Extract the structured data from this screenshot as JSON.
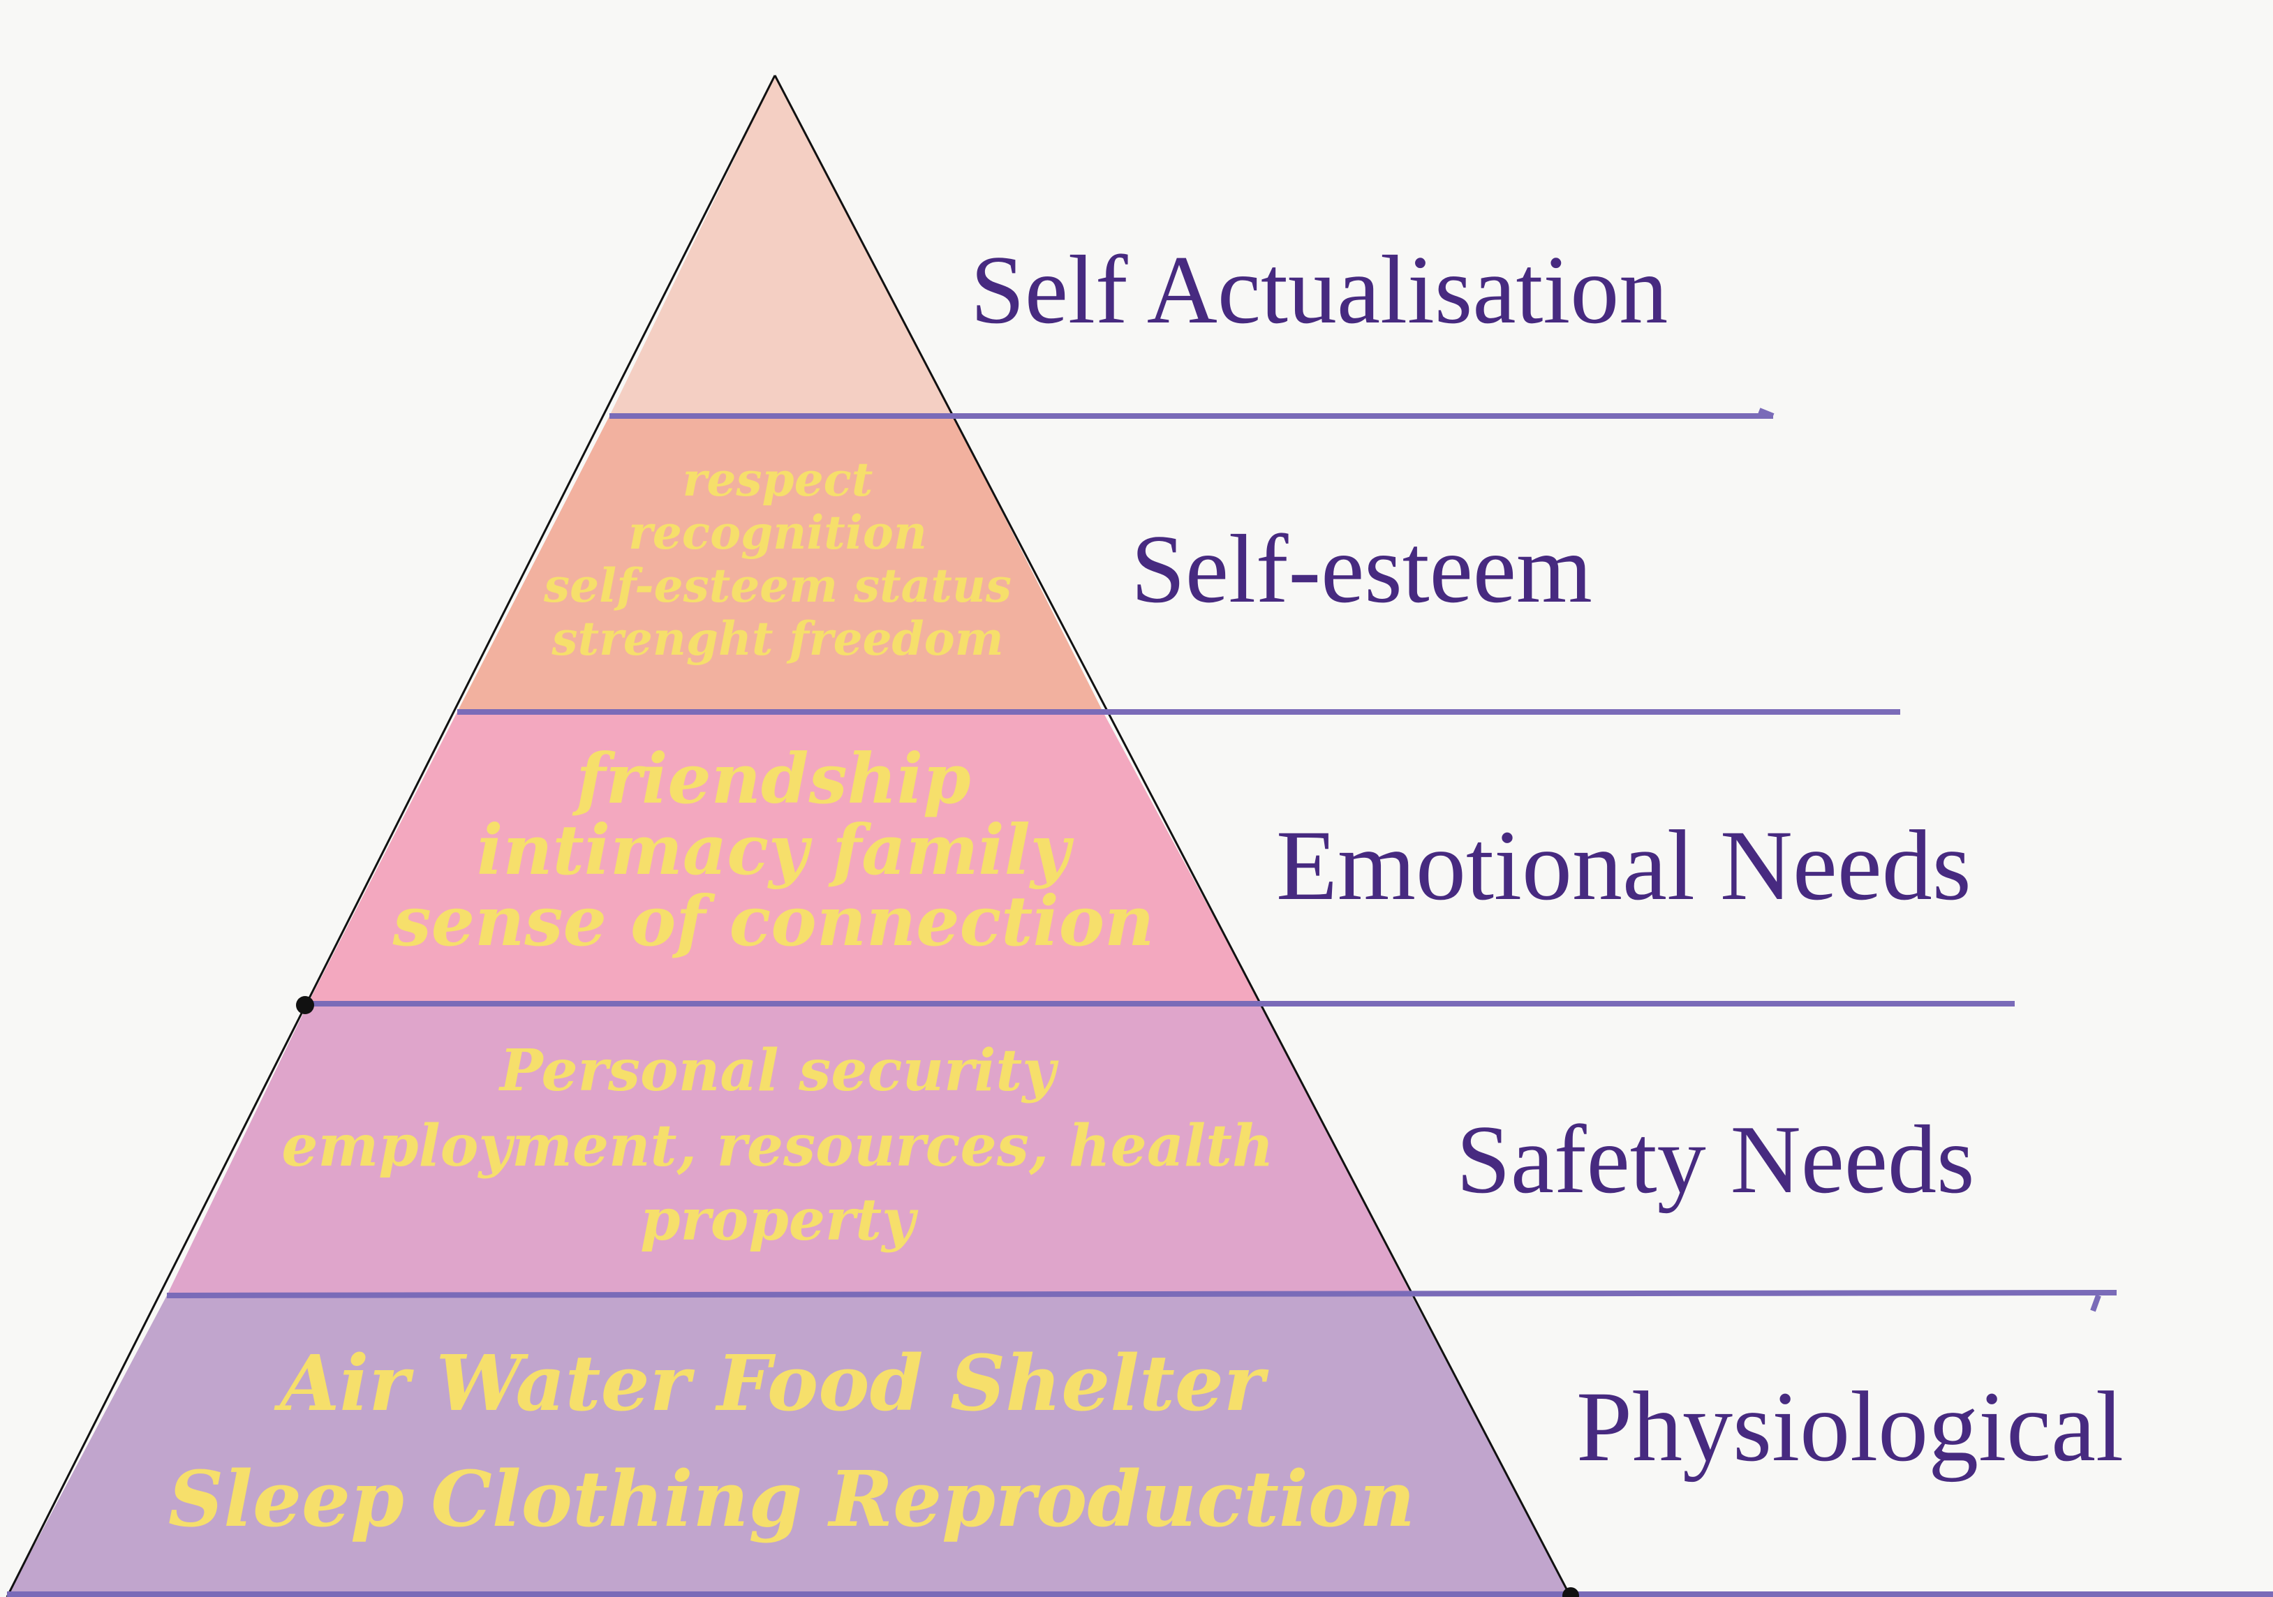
{
  "pyramid": {
    "levels": [
      {
        "key": "self-actualisation",
        "label": "Self Actualisation",
        "items": [],
        "fill": "#f4cfc3"
      },
      {
        "key": "self-esteem",
        "label": "Self-esteem",
        "items": [
          "respect",
          "recognition",
          "self-esteem status",
          "strenght freedom"
        ],
        "fill": "#f2b19f"
      },
      {
        "key": "emotional-needs",
        "label": "Emotional Needs",
        "items": [
          "friendship",
          "intimacy family",
          "sense of connection"
        ],
        "fill": "#f3a8bf"
      },
      {
        "key": "safety-needs",
        "label": "Safety Needs",
        "items": [
          "Personal security",
          "employment, resources, health",
          "property"
        ],
        "fill": "#dfa5cb"
      },
      {
        "key": "physiological",
        "label": "Physiological",
        "items": [
          "Air Water Food Shelter",
          "Sleep Clothing Reproduction"
        ],
        "fill": "#c1a5cd"
      }
    ]
  },
  "colors": {
    "background": "#f8f8f6",
    "label_text": "#472a80",
    "item_text": "#f6df6b",
    "divider": "#7a6bb8",
    "outline": "#111111"
  }
}
